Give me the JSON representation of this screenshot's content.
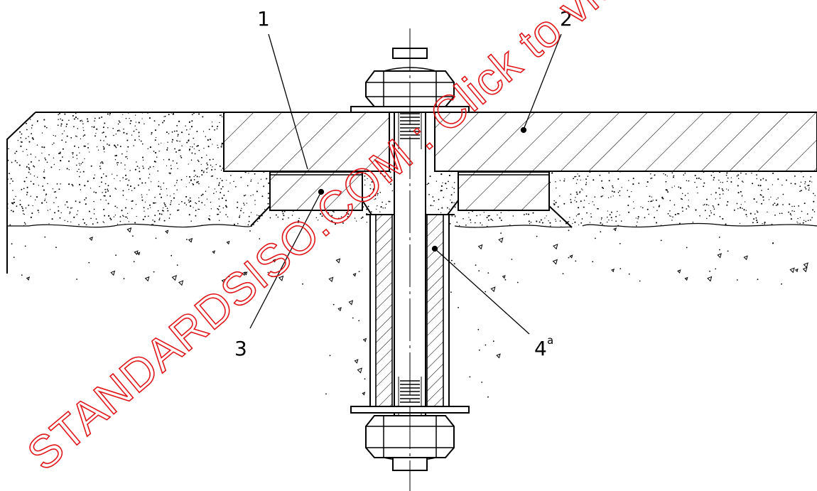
{
  "callouts": {
    "c1": "1",
    "c2": "2",
    "c3": "3",
    "c4": "4",
    "c4_sup": "a"
  },
  "watermark": {
    "text": "STANDARDSISO.COM : Click to view the full",
    "color": "#e0161a"
  },
  "colors": {
    "line": "#000000",
    "hatch": "#000000",
    "background": "#ffffff"
  }
}
